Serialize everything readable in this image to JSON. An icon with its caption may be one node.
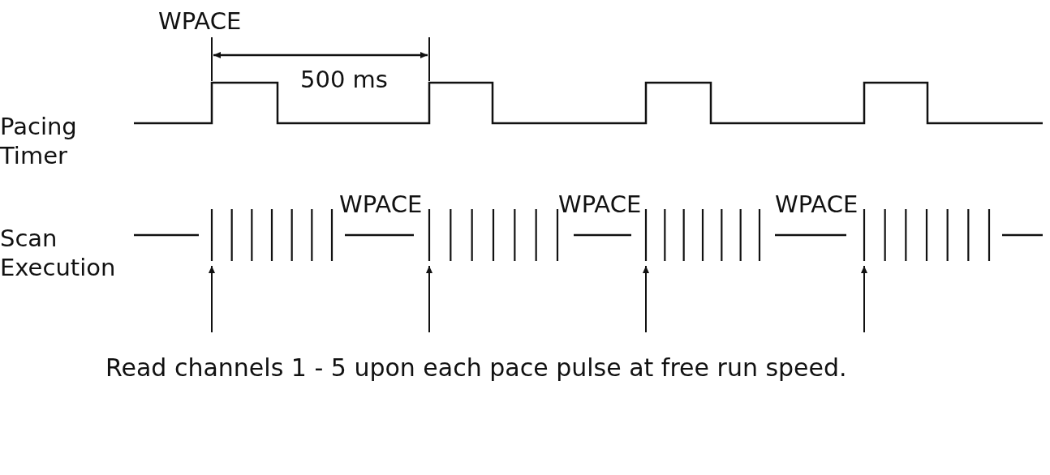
{
  "diagram": {
    "nodes": [
      {
        "text": [],
        "shape": "bar"
      },
      {
        "text": [],
        "shape": "bar"
      },
      {
        "text": [],
        "shape": "bar"
      },
      {
        "text": [],
        "shape": "bar"
      },
      {
        "text": [
          "Read channels 1 - 5 upon each pace pulse at free run speed."
        ]
      }
    ],
    "edges": [
      {
        "from": 4,
        "to": 0,
        "arrow": "to"
      },
      {
        "from": 4,
        "to": 1,
        "arrow": "to"
      },
      {
        "from": 4,
        "to": 2,
        "arrow": "to"
      },
      {
        "from": 4,
        "to": 3,
        "arrow": "to"
      }
    ],
    "labels": [
      "WPACE",
      "500 ms",
      "Pacing Timer",
      "WPACE",
      "WPACE",
      "WPACE",
      "Scan Execution"
    ]
  }
}
